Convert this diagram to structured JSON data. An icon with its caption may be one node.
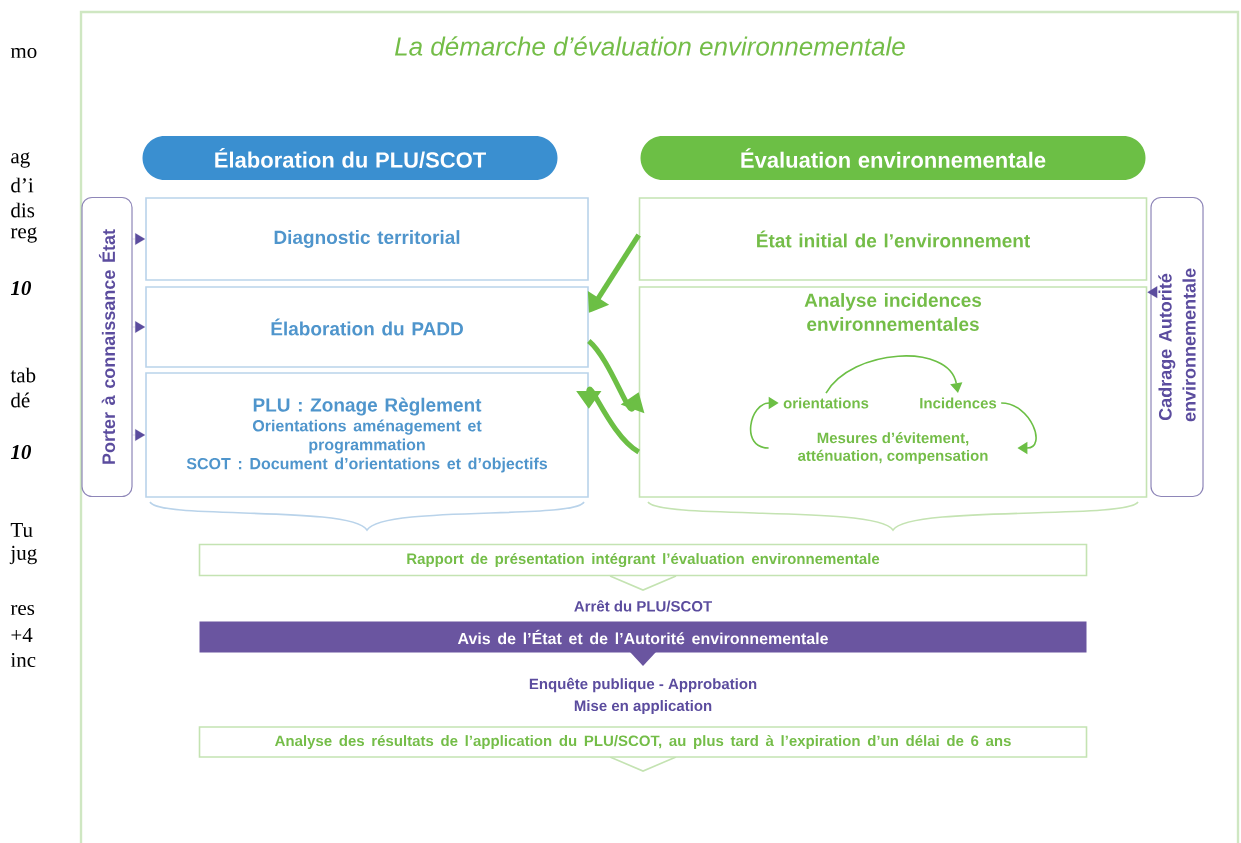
{
  "diagram": {
    "title": "La démarche d’évaluation environnementale",
    "nodes": [
      {
        "text": [
          "Élaboration du PLU/SCOT"
        ]
      },
      {
        "text": [
          "Évaluation environnementale"
        ]
      },
      {
        "text": [
          "Porter à connaissance État"
        ]
      },
      {
        "text": [
          "Diagnostic territorial"
        ]
      },
      {
        "text": [
          "Élaboration du PADD"
        ]
      },
      {
        "text": [
          "PLU : Zonage Règlement",
          "Orientations aménagement et programmation",
          "SCOT : Document d’orientations et d’objectifs"
        ]
      },
      {
        "text": [
          "État initial de l’environnement"
        ]
      },
      {
        "text": [
          "Analyse incidences environnementales"
        ]
      },
      {
        "text": [
          "orientations"
        ],
        "in": 7
      },
      {
        "text": [
          "Incidences"
        ],
        "in": 7
      },
      {
        "text": [
          "Mesures d’évitement, atténuation, compensation"
        ],
        "in": 7
      },
      {
        "text": [
          "Cadrage Autorité environnementale"
        ]
      },
      {
        "text": [
          "Rapport de présentation intégrant l’évaluation environnementale"
        ]
      },
      {
        "text": [
          "Avis de l’État et de l’Autorité environnementale"
        ]
      },
      {
        "text": [
          "Analyse des résultats de l’application du PLU/SCOT, au plus tard à l’expiration d’un délai de 6 ans"
        ]
      }
    ],
    "edges": [
      {
        "from": 2,
        "to": 3,
        "arrow": "to",
        "color": "#5b4c9e"
      },
      {
        "from": 2,
        "to": 4,
        "arrow": "to",
        "color": "#5b4c9e"
      },
      {
        "from": 2,
        "to": 5,
        "arrow": "to",
        "color": "#5b4c9e"
      },
      {
        "from": 11,
        "to": 7,
        "arrow": "to",
        "color": "#5b4c9e"
      },
      {
        "from": 6,
        "to": 4,
        "arrow": "to",
        "style": "thick"
      },
      {
        "from": 4,
        "to": 7,
        "arrow": "to",
        "style": "thick"
      },
      {
        "from": 7,
        "to": 5,
        "arrow": "to",
        "style": "thick"
      },
      {
        "from": 8,
        "to": 9,
        "arrow": "to"
      },
      {
        "from": 9,
        "to": 10,
        "arrow": "to"
      },
      {
        "from": 10,
        "to": 8,
        "arrow": "to"
      }
    ],
    "labels": [
      "mo",
      "ag",
      "d’i",
      "dis",
      "reg",
      "10",
      "tab",
      "dé",
      "10",
      "Tu",
      "jug",
      "res",
      "+4",
      "inc",
      "Arrêt du PLU/SCOT",
      "Enquête publique - Approbation",
      "Mise en application"
    ]
  }
}
